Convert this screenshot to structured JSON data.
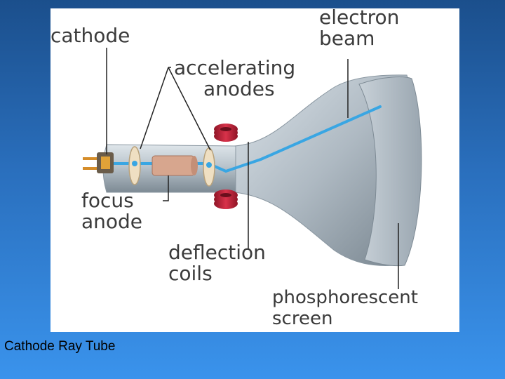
{
  "diagram": {
    "labels": {
      "cathode": "cathode",
      "electron_beam": [
        "electron",
        "beam"
      ],
      "accelerating_anodes": [
        "accelerating",
        "anodes"
      ],
      "focus_anode": [
        "focus",
        "anode"
      ],
      "deflection_coils": [
        "deflection",
        "coils"
      ],
      "phosphorescent_screen": [
        "phosphorescent",
        "screen"
      ]
    },
    "colors": {
      "background_top": "#1b4f8c",
      "background_bottom": "#3a93ec",
      "tube": "#b9c4cc",
      "tube_shadow": "#8c99a3",
      "beam": "#39a6e3",
      "coil": "#c4243b",
      "anode_disc": "#efdfc2",
      "focus_anode": "#d7a68e",
      "cathode_body": "#e0a238",
      "pins": "#d58d2a",
      "label_text": "#3b3b3b",
      "leader_line": "#222222"
    }
  },
  "slide": {
    "caption": "Cathode Ray Tube"
  }
}
